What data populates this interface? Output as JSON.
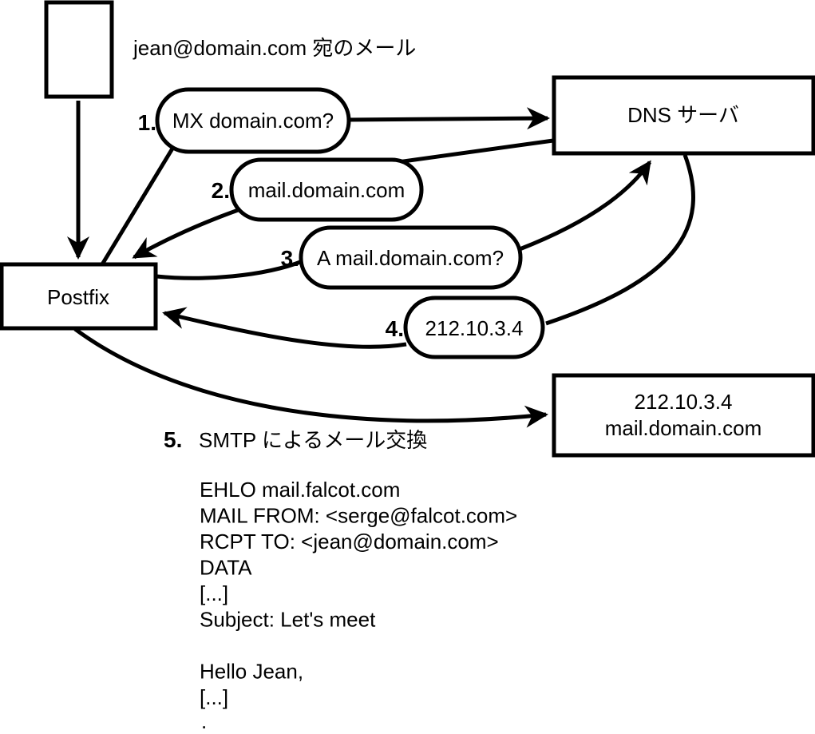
{
  "colors": {
    "ink": "#000000",
    "background": "#ffffff"
  },
  "mail_note": "jean@domain.com 宛のメール",
  "nodes": {
    "postfix": "Postfix",
    "dns_server": "DNS サーバ",
    "mail_server": {
      "line1": "212.10.3.4",
      "line2": "mail.domain.com"
    }
  },
  "steps": [
    {
      "num": "1.",
      "label": "MX domain.com?"
    },
    {
      "num": "2.",
      "label": "mail.domain.com"
    },
    {
      "num": "3.",
      "label": "A mail.domain.com?"
    },
    {
      "num": "4.",
      "label": "212.10.3.4"
    },
    {
      "num": "5.",
      "label": "SMTP によるメール交換"
    }
  ],
  "smtp_session": {
    "lines": [
      "EHLO mail.falcot.com",
      "MAIL FROM: <serge@falcot.com>",
      "RCPT TO: <jean@domain.com>",
      "DATA",
      "[...]",
      "Subject: Let's meet",
      "",
      "Hello Jean,",
      "[...]",
      "."
    ]
  }
}
